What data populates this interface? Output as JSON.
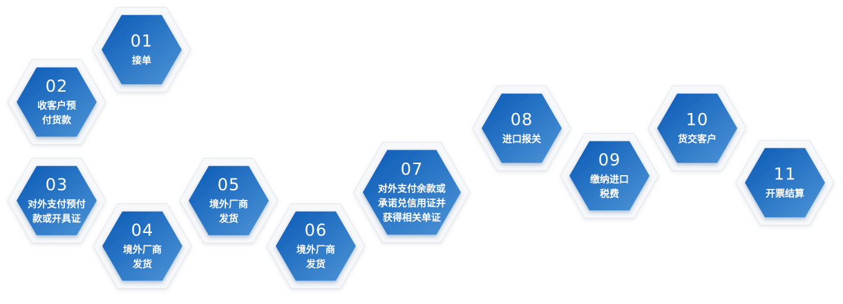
{
  "colors": {
    "hex_gradient_start": "#0b5ab7",
    "hex_gradient_end": "#4d94d6",
    "outer_fill": "#f7f8fa",
    "outer_stroke": "#e4e7ec",
    "text": "#ffffff"
  },
  "steps": [
    {
      "number": "01",
      "lines": [
        "接单"
      ]
    },
    {
      "number": "02",
      "lines": [
        "收客户预",
        "付货款"
      ]
    },
    {
      "number": "03",
      "lines": [
        "对外支付预付",
        "款或开具证"
      ]
    },
    {
      "number": "04",
      "lines": [
        "境外厂商",
        "发货"
      ]
    },
    {
      "number": "05",
      "lines": [
        "境外厂商",
        "发货"
      ]
    },
    {
      "number": "06",
      "lines": [
        "境外厂商",
        "发货"
      ]
    },
    {
      "number": "07",
      "lines": [
        "对外支付余款或",
        "承诺兑信用证并",
        "获得相关单证"
      ]
    },
    {
      "number": "08",
      "lines": [
        "进口报关"
      ]
    },
    {
      "number": "09",
      "lines": [
        "缴纳进口",
        "税费"
      ]
    },
    {
      "number": "10",
      "lines": [
        "货交客户"
      ]
    },
    {
      "number": "11",
      "lines": [
        "开票结算"
      ]
    }
  ]
}
